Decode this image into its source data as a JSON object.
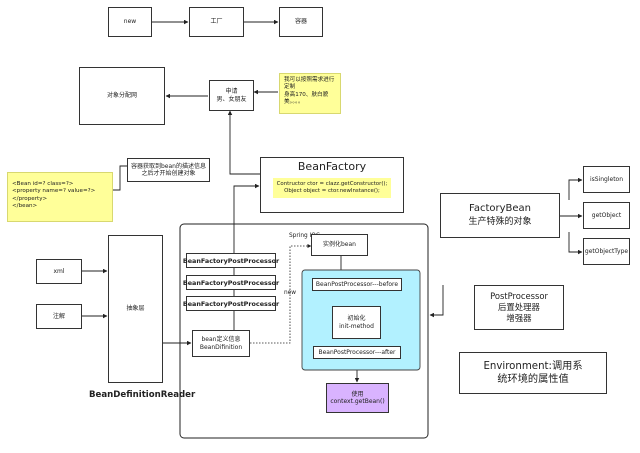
{
  "top_flow": {
    "new": "new",
    "factory": "工厂",
    "container": "容器"
  },
  "object_assign": "对象分配网",
  "apply": "申请\n男、女朋友",
  "custom_note": "我可以按照需求进行定制\n身高170、肤白貌\n美。。。。",
  "xml_note": "<Bean id=?  class=?>\n<property name=? value=?>\n</property>\n</bean>",
  "container_note": "容器获取到bean的描述信息\n之后才开始创建对象",
  "bean_factory": {
    "title": "BeanFactory",
    "code": "Contructor ctor = clazz.getConstructor();\nObject object = ctor.newInstance();"
  },
  "spring_ioc": "Spring IOC",
  "new_label": "new",
  "instantiate": "实例化bean",
  "post_before": "BeanPostProcessor---before",
  "init": "初始化\ninit-method",
  "post_after": "BeanPostProcessor---after",
  "use": "使用\ncontext.getBean()",
  "bfpp": [
    "BeanFactoryPostProcessor",
    "BeanFactoryPostProcessor",
    "BeanFactoryPostProcessor"
  ],
  "bean_def": "bean定义信息\nBeanDifinition",
  "sources": {
    "xml": "xml",
    "annotation": "注解"
  },
  "abstract_layer": "抽象层",
  "reader": "BeanDefinitionReader",
  "factory_bean": {
    "title": "FactoryBean",
    "subtitle": "生产特殊的对象"
  },
  "fb_methods": [
    "isSingleton",
    "getObject",
    "getObjectType"
  ],
  "post_processor": "PostProcessor\n后置处理器\n增强器",
  "environment": "Environment:调用系\n统环境的属性值",
  "colors": {
    "note": "#ffff99",
    "code_bg": "#ffff99",
    "ioc_panel": "#b2f1ff",
    "use_bg": "#d9b3ff"
  }
}
